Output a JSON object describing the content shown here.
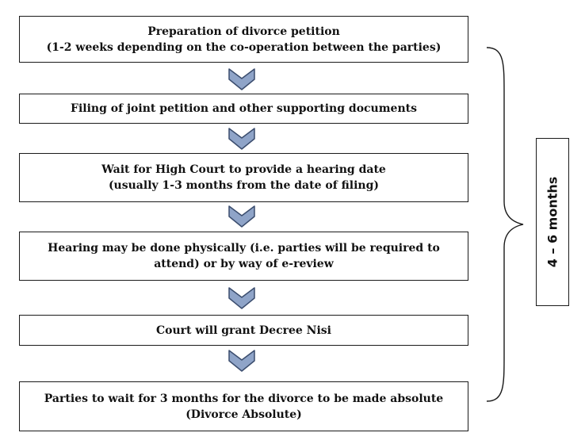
{
  "steps": [
    {
      "line1": "Preparation of divorce petition",
      "line2": "(1-2 weeks depending on the co-operation between the parties)"
    },
    {
      "line1": "Filing of joint petition and other supporting documents",
      "line2": ""
    },
    {
      "line1": "Wait for High Court to provide a hearing date",
      "line2": "(usually 1-3 months from the date of filing)"
    },
    {
      "line1": "Hearing may be done physically (i.e. parties will be required to",
      "line2": "attend) or by way of e-review"
    },
    {
      "line1": "Court will grant Decree  Nisi",
      "line2": ""
    },
    {
      "line1": "Parties to wait for 3 months for the divorce to be made absolute",
      "line2": "(Divorce Absolute)"
    }
  ],
  "duration": {
    "label": "4 – 6 months"
  },
  "colors": {
    "arrow_fill": "#8fa4c8",
    "arrow_stroke": "#3b4d6e",
    "border": "#1a1a1a"
  }
}
